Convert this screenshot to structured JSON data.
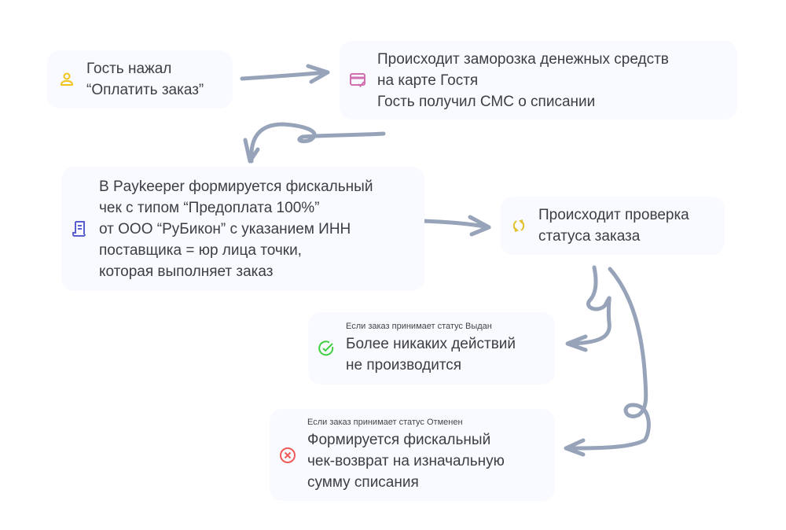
{
  "colors": {
    "arrow": "#97a3b9",
    "node_bg": "#f9faff",
    "user": "#f0c419",
    "card": "#d070b0",
    "receipt": "#5a5fd0",
    "refresh": "#e2c02a",
    "success": "#3ecf3e",
    "error": "#ef5a5a"
  },
  "nodes": [
    {
      "icon": "user-icon",
      "lines": [
        "Гость нажал",
        "“Оплатить заказ”"
      ]
    },
    {
      "icon": "card-check-icon",
      "lines": [
        "Происходит заморозка денежных средств",
        "на карте Гостя",
        "Гость получил СМС о списании"
      ]
    },
    {
      "icon": "receipt-icon",
      "lines": [
        "В Paykeeper формируется фискальный",
        "чек с типом “Предоплата 100%”",
        "от ООО “РуБикон” с указанием ИНН",
        "поставщика = юр лица точки,",
        "которая выполняет заказ"
      ]
    },
    {
      "icon": "refresh-icon",
      "lines": [
        "Происходит проверка",
        "статуса заказа"
      ]
    },
    {
      "icon": "check-circle-icon",
      "caption": "Если заказ принимает статус Выдан",
      "lines": [
        "Более никаких действий",
        "не производится"
      ]
    },
    {
      "icon": "x-circle-icon",
      "caption": "Если заказ принимает статус Отменен",
      "lines": [
        "Формируется фискальный",
        "чек-возврат на изначальную",
        "сумму списания"
      ]
    }
  ]
}
